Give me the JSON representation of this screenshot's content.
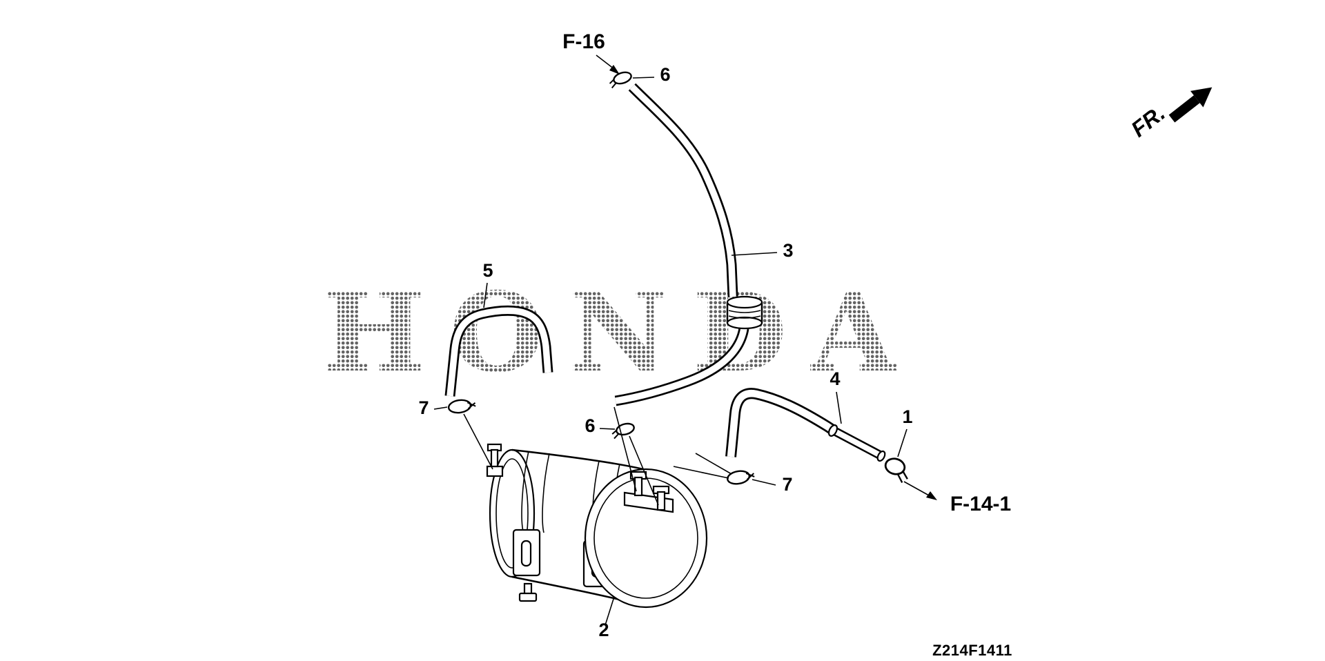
{
  "page": {
    "background": "#ffffff",
    "line_color": "#000000"
  },
  "diagram": {
    "code": "Z214F1411",
    "watermark_text": "HONDA",
    "direction_label": "FR.",
    "ref_links": {
      "top": "F-16",
      "bottom": "F-14-1"
    },
    "callouts": {
      "c1": "1",
      "c2": "2",
      "c3": "3",
      "c4": "4",
      "c5": "5",
      "c6": "6",
      "c7": "7"
    }
  }
}
